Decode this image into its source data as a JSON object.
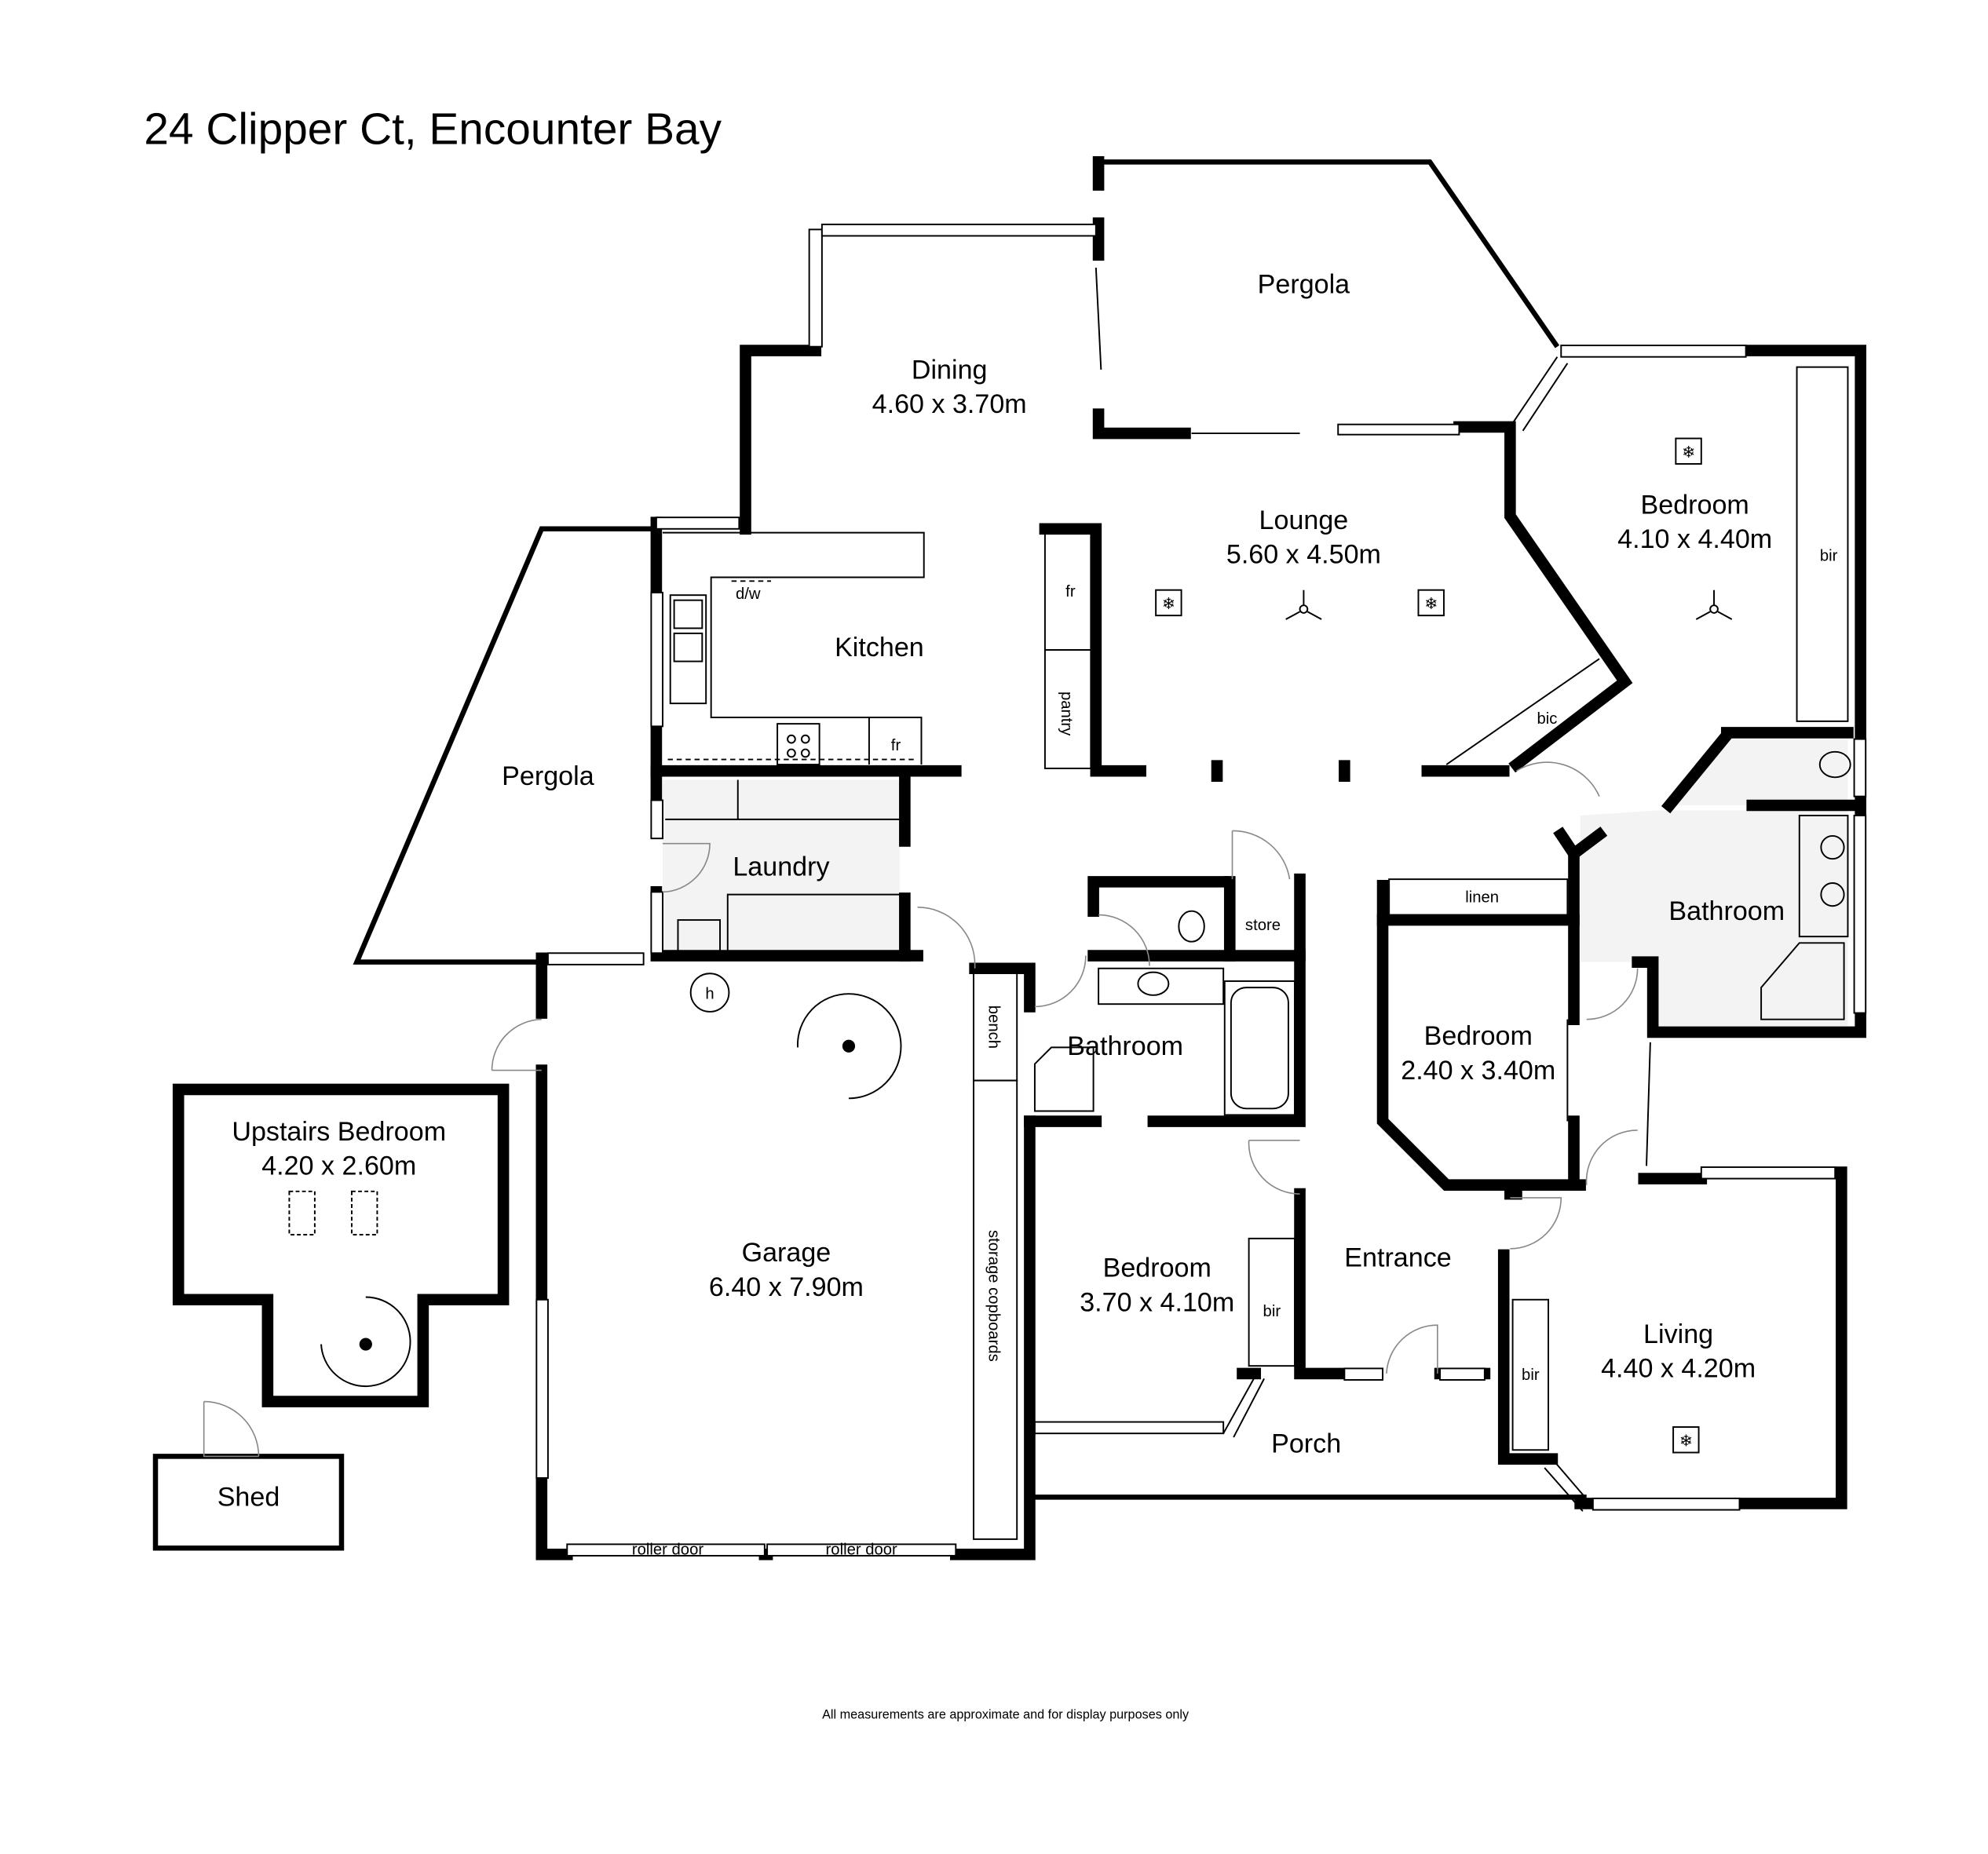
{
  "title": "24 Clipper Ct, Encounter Bay",
  "footer_note": "All measurements are approximate and for display purposes only",
  "rooms": {
    "pergola_top": {
      "name": "Pergola"
    },
    "dining": {
      "name": "Dining",
      "dims": "4.60 x 3.70m"
    },
    "lounge": {
      "name": "Lounge",
      "dims": "5.60 x 4.50m"
    },
    "bedroom_main": {
      "name": "Bedroom",
      "dims": "4.10 x 4.40m"
    },
    "kitchen": {
      "name": "Kitchen"
    },
    "pergola_left": {
      "name": "Pergola"
    },
    "laundry": {
      "name": "Laundry"
    },
    "bathroom_main": {
      "name": "Bathroom"
    },
    "bathroom_central": {
      "name": "Bathroom"
    },
    "bedroom_small": {
      "name": "Bedroom",
      "dims": "2.40 x 3.40m"
    },
    "upstairs_bedroom": {
      "name": "Upstairs Bedroom",
      "dims": "4.20 x 2.60m"
    },
    "garage": {
      "name": "Garage",
      "dims": "6.40 x 7.90m"
    },
    "bedroom_front": {
      "name": "Bedroom",
      "dims": "3.70 x 4.10m"
    },
    "entrance": {
      "name": "Entrance"
    },
    "living": {
      "name": "Living",
      "dims": "4.40 x 4.20m"
    },
    "porch": {
      "name": "Porch"
    },
    "shed": {
      "name": "Shed"
    }
  },
  "fixtures": {
    "dw": "d/w",
    "fridge_kitchen": "fr",
    "fridge_pantry": "fr",
    "pantry": "pantry",
    "bic": "bic",
    "bir_main": "bir",
    "linen": "linen",
    "store": "store",
    "bench": "bench",
    "storage": "storage copboards",
    "bir_front": "bir",
    "bir_living": "bir",
    "hws": "h",
    "roller_door_1": "roller door",
    "roller_door_2": "roller door"
  }
}
